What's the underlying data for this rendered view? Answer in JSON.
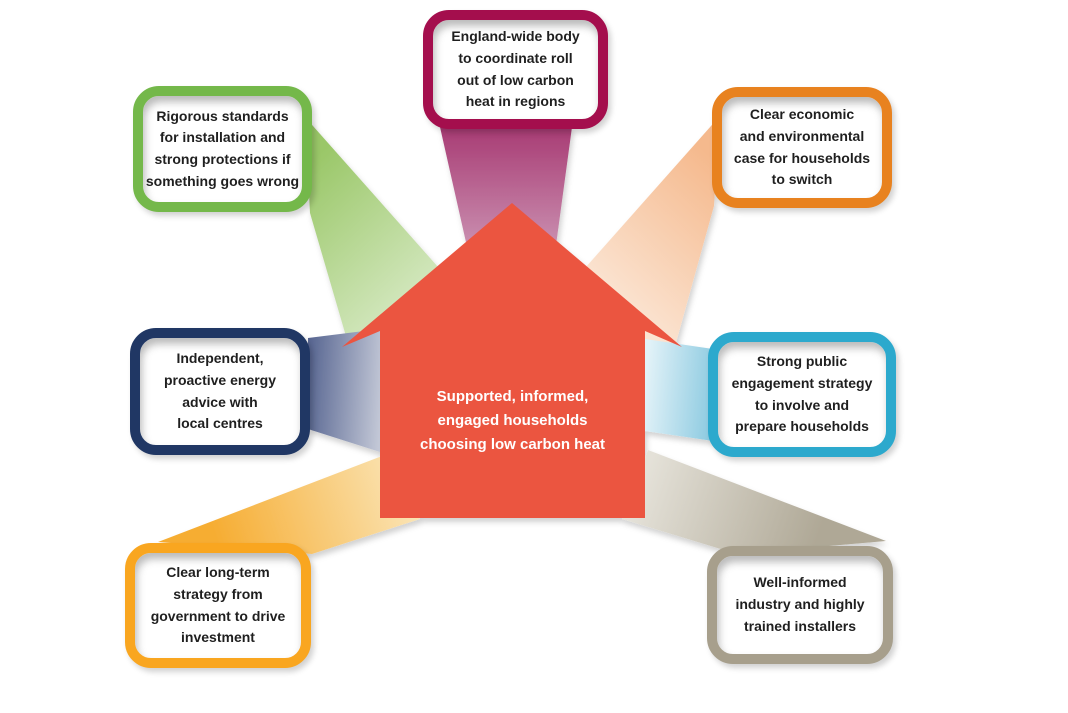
{
  "page": {
    "background_color": "#FFFFFF",
    "text_color": "#1F1F1F"
  },
  "house": {
    "label": "Supported, informed,\nengaged households\nchoosing low carbon heat",
    "color": "#EB5440",
    "text_color": "#FFFFFF"
  },
  "boxes": [
    {
      "name": "england-wide-body",
      "position": "top-center",
      "text": "England-wide body\nto coordinate roll\nout of low carbon\nheat in regions",
      "border_color": "#A40E4D",
      "beam_color": "#A83C74"
    },
    {
      "name": "rigorous-standards",
      "position": "top-left",
      "text": "Rigorous standards\nfor installation and\nstrong protections if\nsomething goes wrong",
      "border_color": "#74B84A",
      "beam_color": "#9AC768"
    },
    {
      "name": "clear-economic-case",
      "position": "top-right",
      "text": "Clear economic\nand environmental\ncase for households\nto switch",
      "border_color": "#E8821F",
      "beam_color": "#F5B98D"
    },
    {
      "name": "independent-advice",
      "position": "middle-left",
      "text": "Independent,\nproactive energy\nadvice with\nlocal centres",
      "border_color": "#203764",
      "beam_color": "#5A6893"
    },
    {
      "name": "public-engagement",
      "position": "middle-right",
      "text": "Strong public\nengagement strategy\nto involve and\nprepare households",
      "border_color": "#2CA9CD",
      "beam_color": "#8ECBE1"
    },
    {
      "name": "long-term-strategy",
      "position": "bottom-left",
      "text": "Clear long-term\nstrategy from\ngovernment to drive\ninvestment",
      "border_color": "#F9A620",
      "beam_color": "#F6AD33"
    },
    {
      "name": "well-informed-industry",
      "position": "bottom-right",
      "text": "Well-informed\nindustry and highly\ntrained installers",
      "border_color": "#A79F8C",
      "beam_color": "#AFA896"
    }
  ]
}
